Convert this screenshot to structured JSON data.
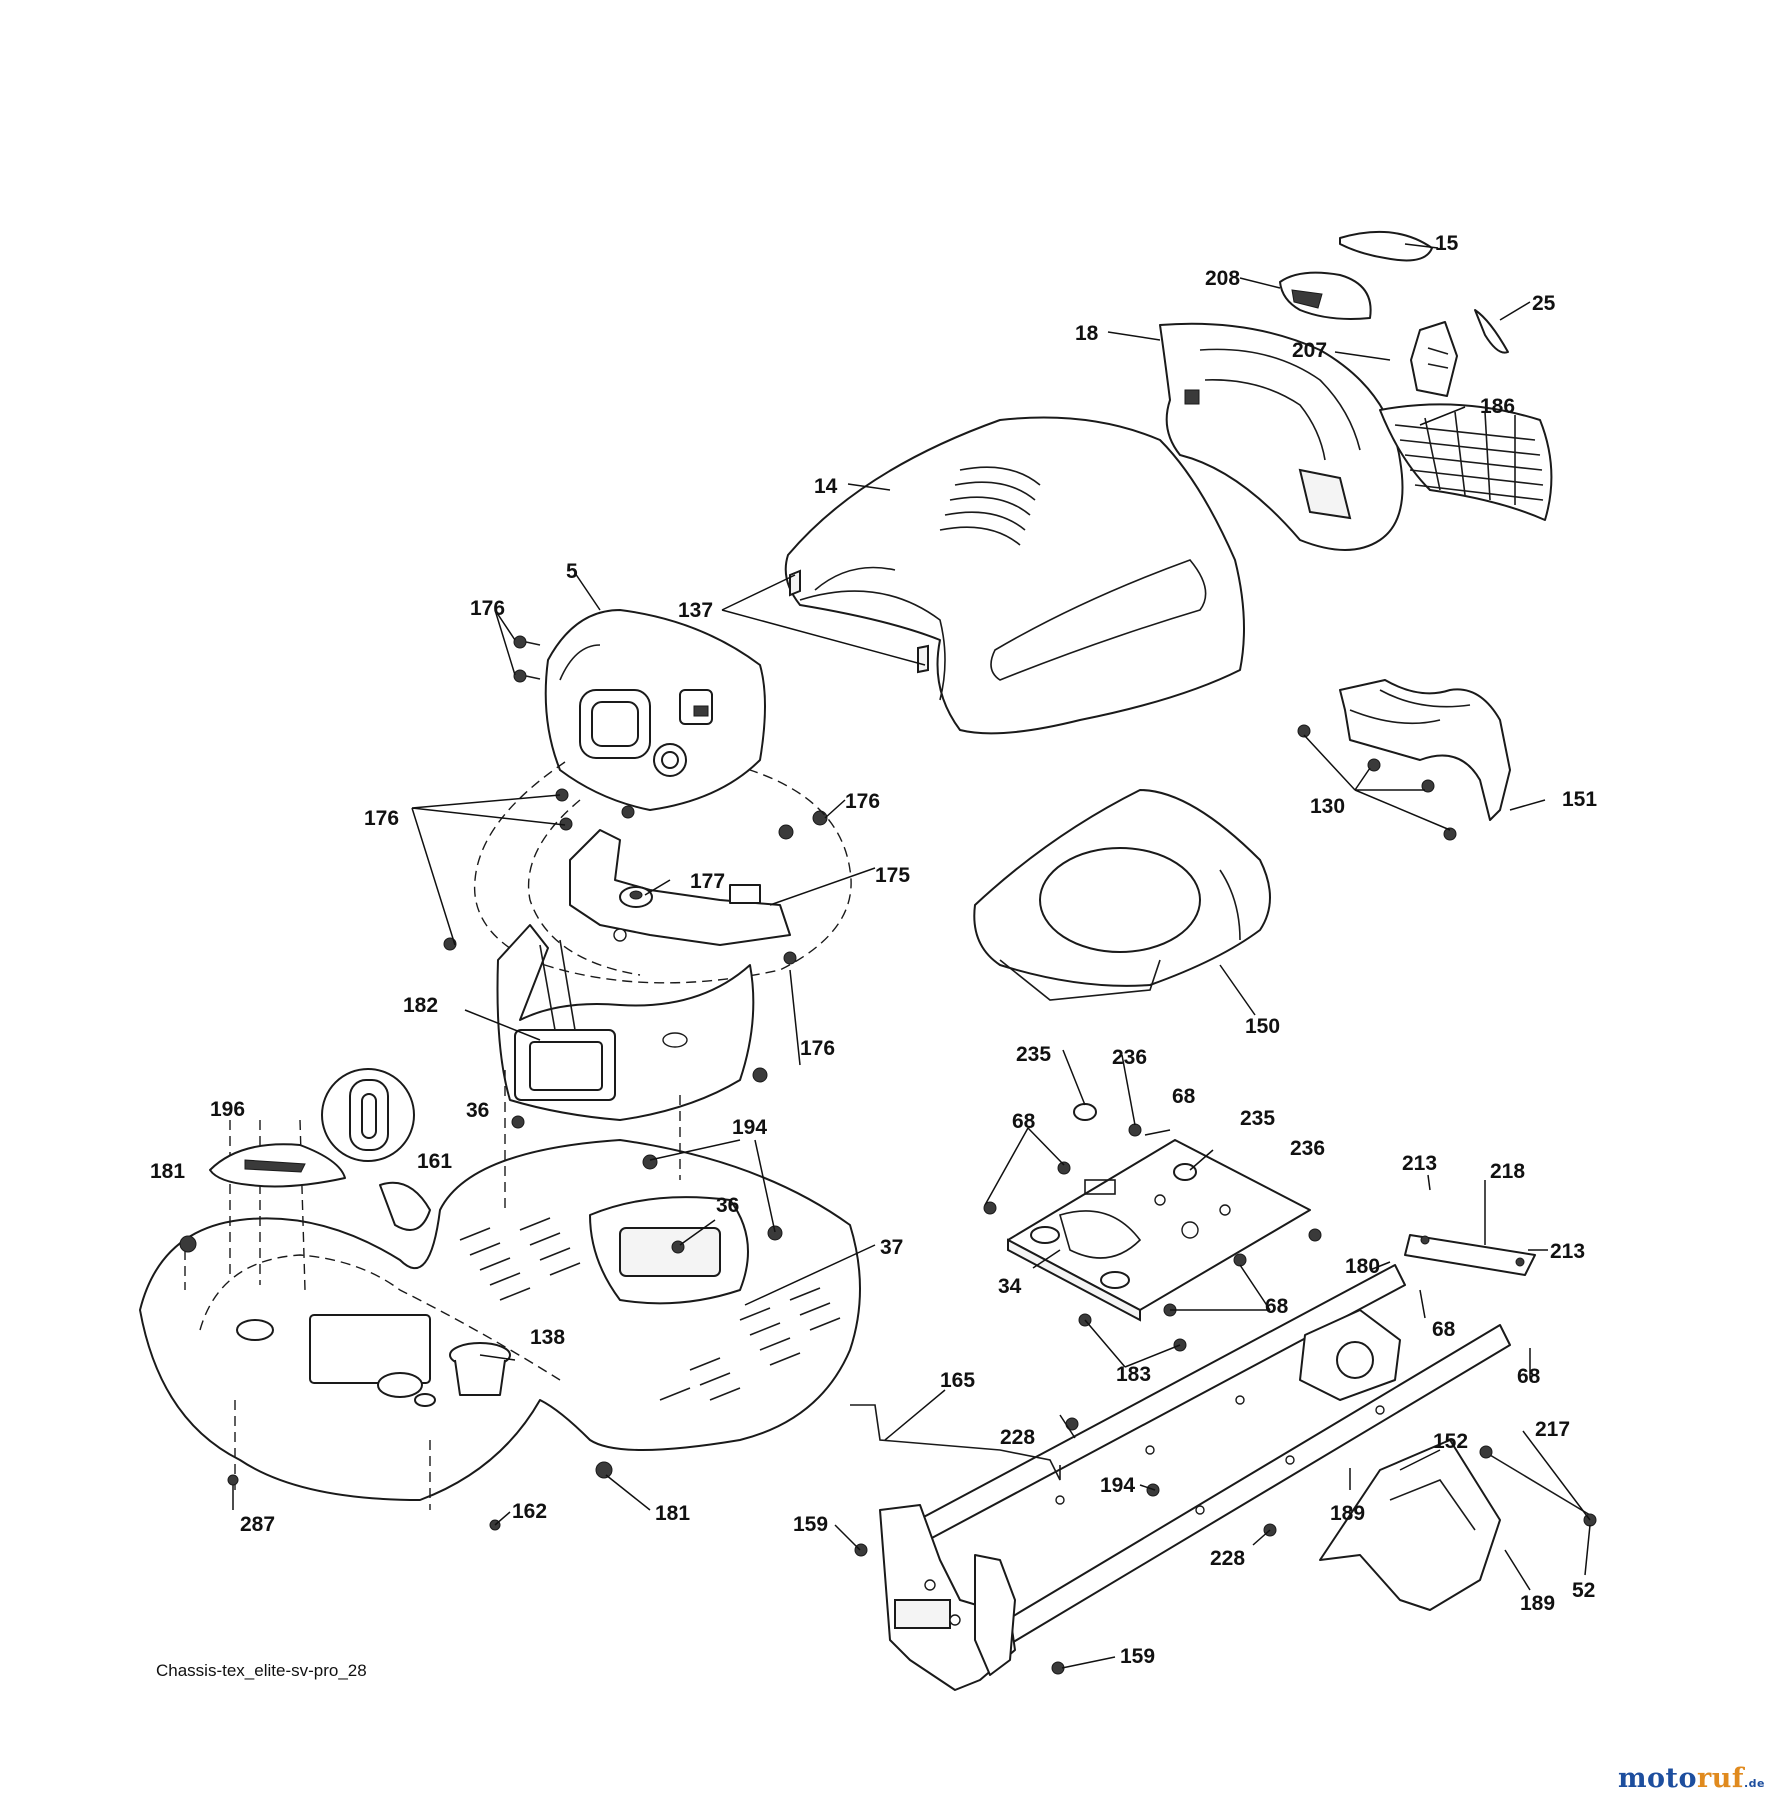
{
  "diagram_caption": "Chassis-tex_elite-sv-pro_28",
  "brand": {
    "part1": "moto",
    "part2": "ruf",
    "tld": ".de"
  },
  "callouts": [
    {
      "id": "c15",
      "label": "15"
    },
    {
      "id": "c208",
      "label": "208"
    },
    {
      "id": "c25",
      "label": "25"
    },
    {
      "id": "c18",
      "label": "18"
    },
    {
      "id": "c207",
      "label": "207"
    },
    {
      "id": "c186",
      "label": "186"
    },
    {
      "id": "c14",
      "label": "14"
    },
    {
      "id": "c5",
      "label": "5"
    },
    {
      "id": "c137",
      "label": "137"
    },
    {
      "id": "c176a",
      "label": "176"
    },
    {
      "id": "c176b",
      "label": "176"
    },
    {
      "id": "c176c",
      "label": "176"
    },
    {
      "id": "c176d",
      "label": "176"
    },
    {
      "id": "c130",
      "label": "130"
    },
    {
      "id": "c151",
      "label": "151"
    },
    {
      "id": "c177",
      "label": "177"
    },
    {
      "id": "c175",
      "label": "175"
    },
    {
      "id": "c150",
      "label": "150"
    },
    {
      "id": "c182",
      "label": "182"
    },
    {
      "id": "c235a",
      "label": "235"
    },
    {
      "id": "c236a",
      "label": "236"
    },
    {
      "id": "c68a",
      "label": "68"
    },
    {
      "id": "c68b",
      "label": "68"
    },
    {
      "id": "c235b",
      "label": "235"
    },
    {
      "id": "c236b",
      "label": "236"
    },
    {
      "id": "c196",
      "label": "196"
    },
    {
      "id": "c36a",
      "label": "36"
    },
    {
      "id": "c194a",
      "label": "194"
    },
    {
      "id": "c181a",
      "label": "181"
    },
    {
      "id": "c161",
      "label": "161"
    },
    {
      "id": "c36b",
      "label": "36"
    },
    {
      "id": "c213a",
      "label": "213"
    },
    {
      "id": "c218",
      "label": "218"
    },
    {
      "id": "c37",
      "label": "37"
    },
    {
      "id": "c213b",
      "label": "213"
    },
    {
      "id": "c34",
      "label": "34"
    },
    {
      "id": "c180",
      "label": "180"
    },
    {
      "id": "c68c",
      "label": "68"
    },
    {
      "id": "c68d",
      "label": "68"
    },
    {
      "id": "c138",
      "label": "138"
    },
    {
      "id": "c183",
      "label": "183"
    },
    {
      "id": "c68e",
      "label": "68"
    },
    {
      "id": "c165",
      "label": "165"
    },
    {
      "id": "c217",
      "label": "217"
    },
    {
      "id": "c228a",
      "label": "228"
    },
    {
      "id": "c152",
      "label": "152"
    },
    {
      "id": "c194b",
      "label": "194"
    },
    {
      "id": "c189a",
      "label": "189"
    },
    {
      "id": "c287",
      "label": "287"
    },
    {
      "id": "c162",
      "label": "162"
    },
    {
      "id": "c181b",
      "label": "181"
    },
    {
      "id": "c159a",
      "label": "159"
    },
    {
      "id": "c228b",
      "label": "228"
    },
    {
      "id": "c52",
      "label": "52"
    },
    {
      "id": "c189b",
      "label": "189"
    },
    {
      "id": "c159b",
      "label": "159"
    }
  ]
}
